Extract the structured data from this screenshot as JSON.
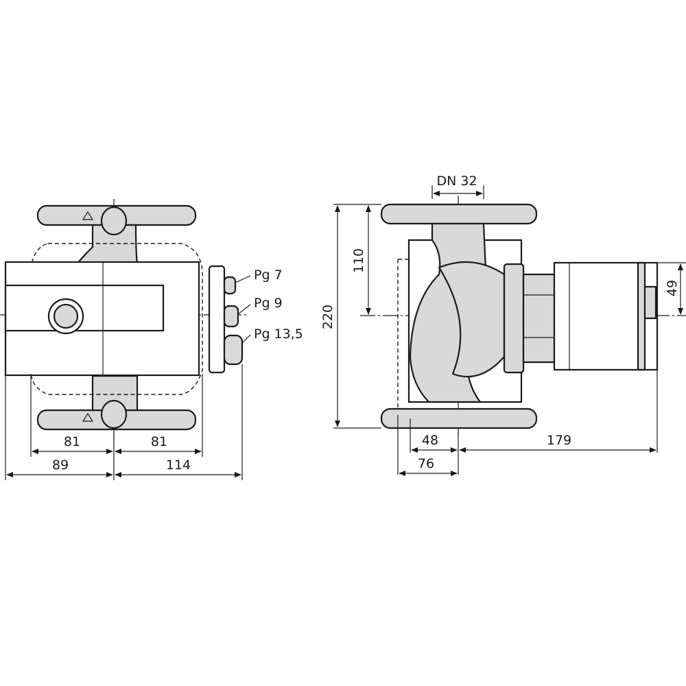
{
  "labels": {
    "dn": "DN 32",
    "pg7": "Pg 7",
    "pg9": "Pg 9",
    "pg135": "Pg 13,5"
  },
  "dimensions": {
    "left_81_a": "81",
    "left_81_b": "81",
    "left_89": "89",
    "left_114": "114",
    "height_220": "220",
    "height_110": "110",
    "motor_49": "49",
    "depth_48": "48",
    "depth_76": "76",
    "depth_179": "179"
  }
}
